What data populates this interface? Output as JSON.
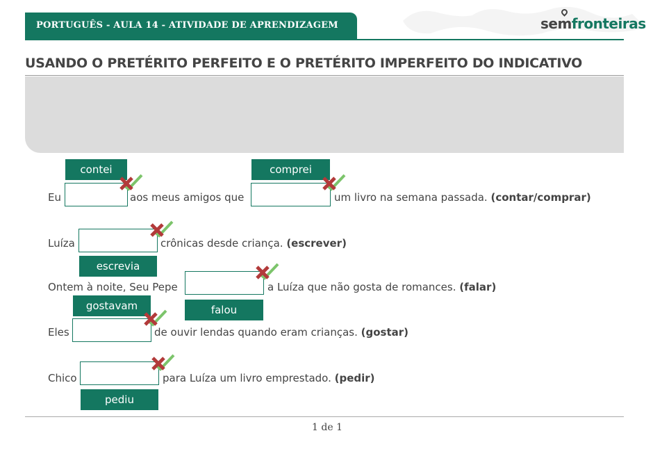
{
  "header": {
    "banner": "PORTUGUÊS - AULA 14 - ATIVIDADE DE APRENDIZAGEM",
    "logo_part1": "sem",
    "logo_part2": "fronteiras"
  },
  "title": "USANDO O PRETÉRITO PERFEITO E O PRETÉRITO IMPERFEITO DO INDICATIVO",
  "colors": {
    "primary": "#147760",
    "wrong": "#b23a3a",
    "correct": "#7cc46b",
    "panel": "#dcdcdc"
  },
  "icons": [
    "x-mark-icon",
    "check-mark-icon"
  ],
  "exercise": {
    "sentences": [
      {
        "parts": [
          "Eu",
          "aos meus amigos que",
          "um livro na semana passada."
        ],
        "hint": "(contar/comprar)",
        "answers": [
          "contei",
          "comprei"
        ]
      },
      {
        "parts": [
          "Luíza",
          "crônicas desde criança."
        ],
        "hint": "(escrever)",
        "answers": [
          "escrevia"
        ]
      },
      {
        "parts": [
          "Ontem à noite, Seu Pepe",
          "a Luíza que não gosta de romances."
        ],
        "hint": "(falar)",
        "answers": [
          "falou"
        ]
      },
      {
        "parts": [
          "Eles",
          "de ouvir lendas quando eram crianças."
        ],
        "hint": "(gostar)",
        "answers": [
          "gostavam"
        ]
      },
      {
        "parts": [
          "Chico",
          "para Luíza um livro emprestado."
        ],
        "hint": "(pedir)",
        "answers": [
          "pediu"
        ]
      }
    ]
  },
  "pager": {
    "current": "1",
    "separator": "de",
    "total": "1"
  }
}
